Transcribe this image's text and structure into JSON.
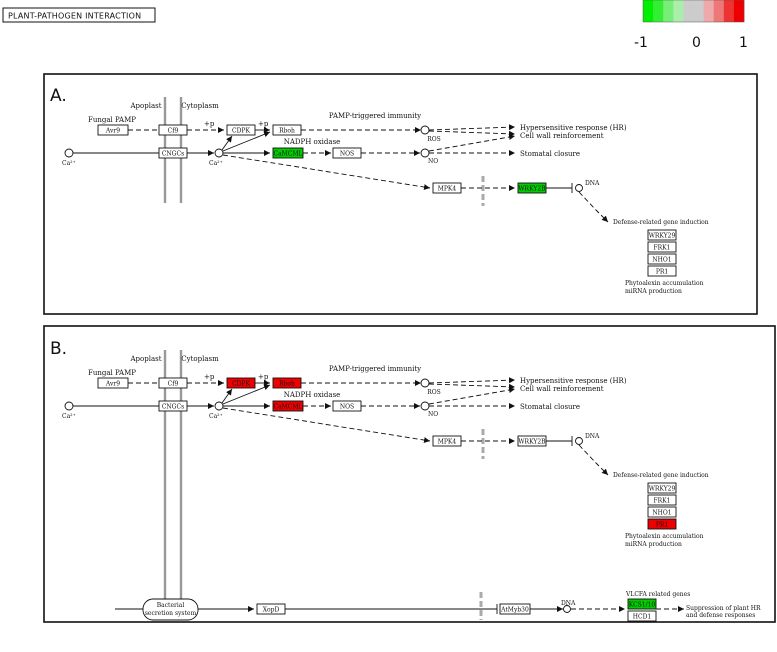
{
  "header": {
    "title": "PLANT-PATHOGEN INTERACTION"
  },
  "scale": {
    "min_label": "-1",
    "mid_label": "0",
    "max_label": "1",
    "colors": [
      "#00ee00",
      "#33ee33",
      "#77ee77",
      "#aaeeaa",
      "#cccccc",
      "#cccccc",
      "#eeaaaa",
      "#ee7777",
      "#ee3333",
      "#ee0000"
    ]
  },
  "colors": {
    "down": "#00cc00",
    "up": "#ee0000",
    "none": "#ffffff",
    "membrane": "#999999"
  },
  "labels": {
    "apoplast": "Apoplast",
    "cytoplasm": "Cytoplasm",
    "fungal_pamp": "Fungal PAMP",
    "ca_ext": "Ca²⁺",
    "ca_int": "Ca²⁺",
    "plus_p": "+p",
    "pti": "PAMP-triggered immunity",
    "nadph": "NADPH oxidase",
    "ros": "ROS",
    "no": "NO",
    "hr": "Hypersensitive response (HR)",
    "cwr": "Cell wall reinforcement",
    "stomatal": "Stomatal closure",
    "dna": "DNA",
    "defense": "Defense-related gene induction",
    "phytoalexin": "Phytoalexin accumulation",
    "mirna": "miRNA production",
    "bacterial": "Bacterial",
    "secretion": "secretion system",
    "vlcfa": "VLCFA related genes",
    "suppression": "Suppression of plant HR",
    "suppression2": "and defense responses"
  },
  "panels": [
    {
      "letter": "A.",
      "genes": {
        "avr9": {
          "label": "Avr9",
          "state": "none"
        },
        "cf9": {
          "label": "Cf9",
          "state": "none"
        },
        "cdpk": {
          "label": "CDPK",
          "state": "none"
        },
        "rboh": {
          "label": "Rboh",
          "state": "none"
        },
        "cngcs": {
          "label": "CNGCs",
          "state": "none"
        },
        "camcml": {
          "label": "CaMCML",
          "state": "down"
        },
        "nos": {
          "label": "NOS",
          "state": "none"
        },
        "mpk4": {
          "label": "MPK4",
          "state": "none"
        },
        "wrky2b": {
          "label": "WRKY2B",
          "state": "down"
        },
        "wrky29": {
          "label": "WRKY29",
          "state": "none"
        },
        "frk1": {
          "label": "FRK1",
          "state": "none"
        },
        "nho1": {
          "label": "NHO1",
          "state": "none"
        },
        "pr1": {
          "label": "PR1",
          "state": "none"
        }
      }
    },
    {
      "letter": "B.",
      "genes": {
        "avr9": {
          "label": "Avr9",
          "state": "none"
        },
        "cf9": {
          "label": "Cf9",
          "state": "none"
        },
        "cdpk": {
          "label": "CDPK",
          "state": "up"
        },
        "rboh": {
          "label": "Rboh",
          "state": "up"
        },
        "cngcs": {
          "label": "CNGCs",
          "state": "none"
        },
        "camcml": {
          "label": "CaMCML",
          "state": "up"
        },
        "nos": {
          "label": "NOS",
          "state": "none"
        },
        "mpk4": {
          "label": "MPK4",
          "state": "none"
        },
        "wrky2b": {
          "label": "WRKY2B",
          "state": "none"
        },
        "wrky29": {
          "label": "WRKY29",
          "state": "none"
        },
        "frk1": {
          "label": "FRK1",
          "state": "none"
        },
        "nho1": {
          "label": "NHO1",
          "state": "none"
        },
        "pr1": {
          "label": "PR1",
          "state": "up"
        }
      },
      "extra_genes": {
        "xopd": {
          "label": "XopD",
          "state": "none"
        },
        "atmyb30": {
          "label": "AtMyb30",
          "state": "none"
        },
        "kcs1": {
          "label": "KCS1/10",
          "state": "down"
        },
        "hcd1": {
          "label": "HCD1",
          "state": "none"
        }
      }
    }
  ]
}
